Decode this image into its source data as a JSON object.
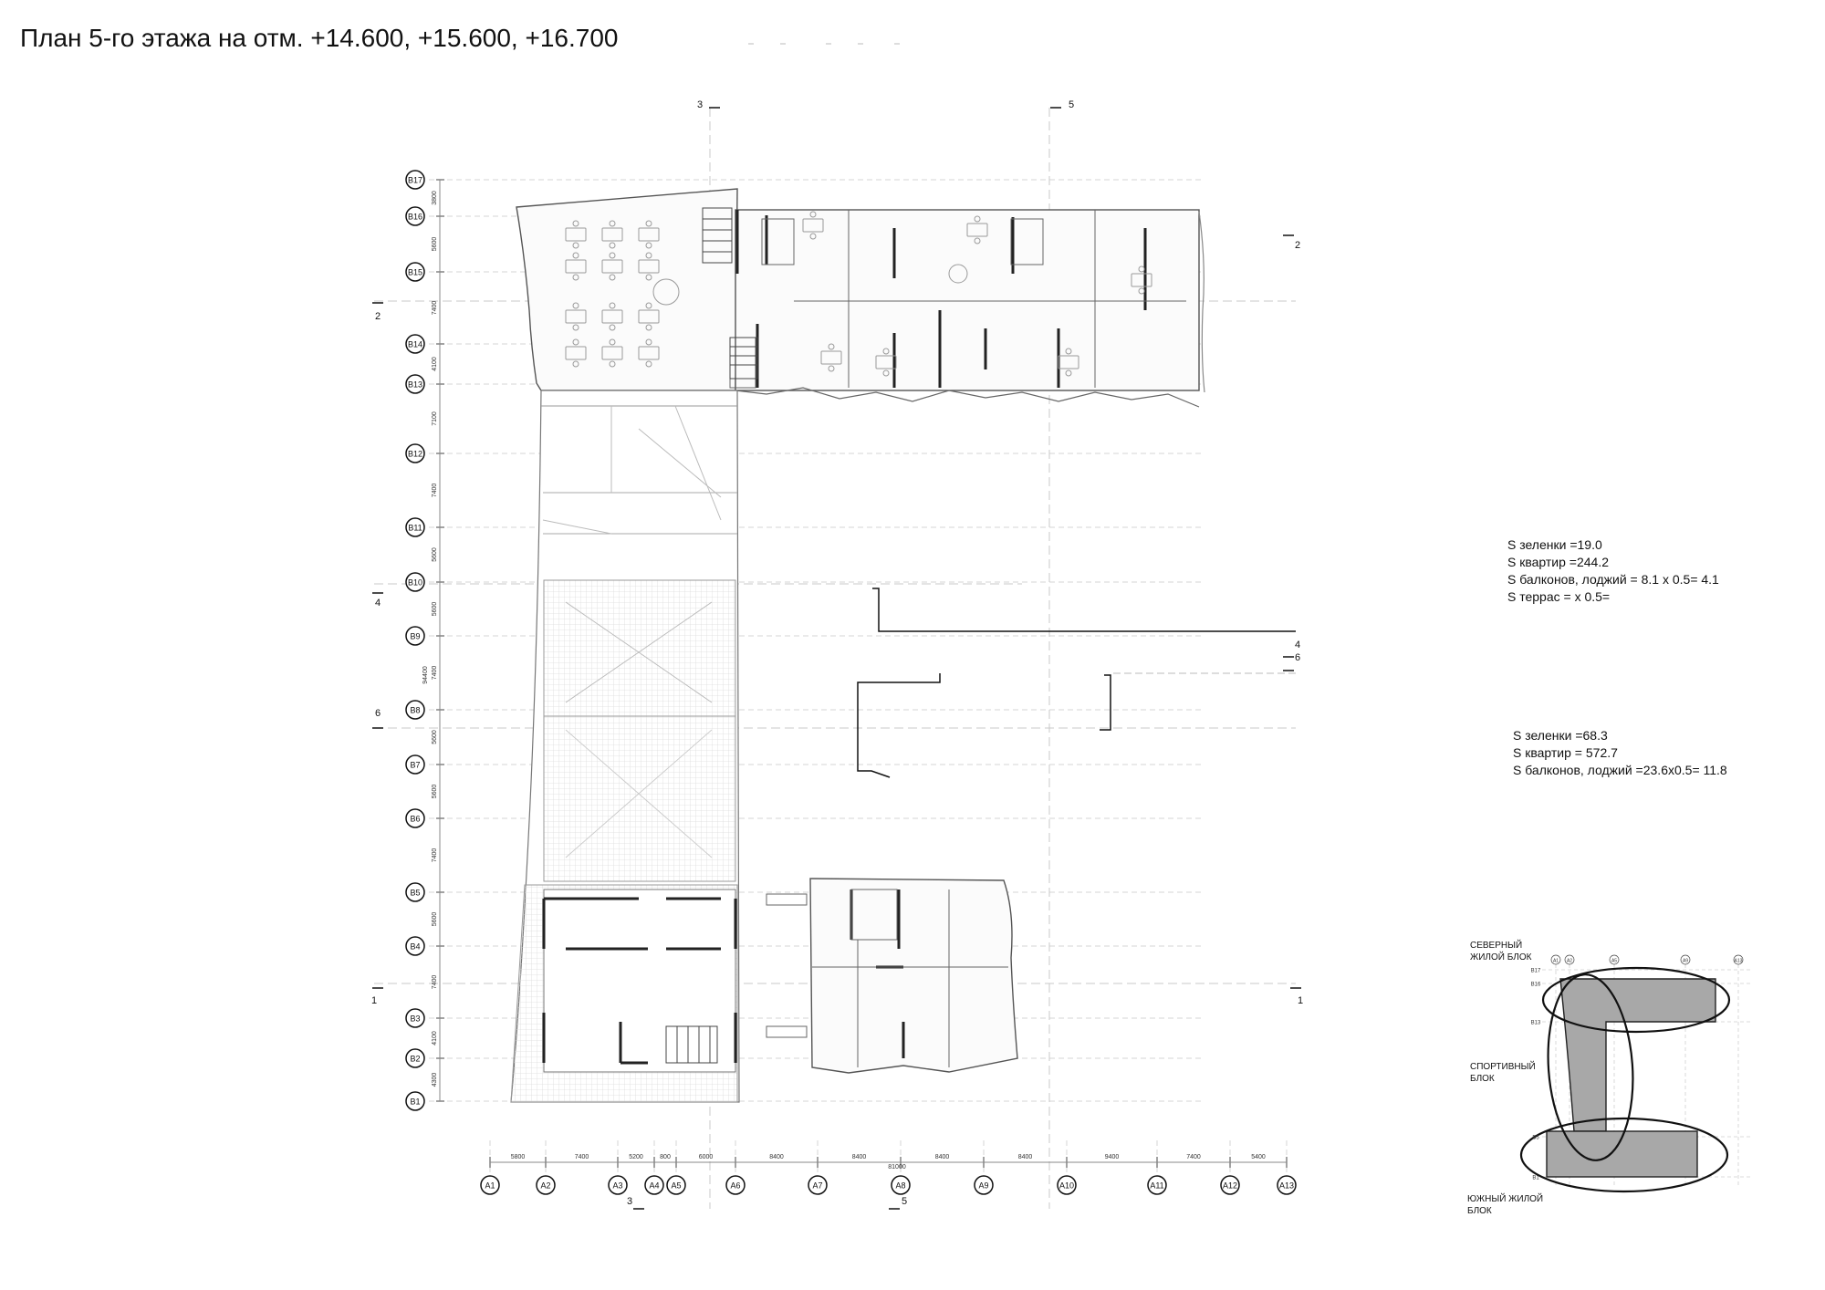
{
  "title": "План 5-го этажа на отм. +14.600, +15.600, +16.700",
  "info_north": {
    "lines": [
      "S зеленки =19.0",
      "S квартир =244.2",
      "S балконов, лоджий = 8.1 x 0.5= 4.1",
      "S террас =    x 0.5="
    ]
  },
  "info_south": {
    "lines": [
      "S зеленки =68.3",
      "S квартир = 572.7",
      "S балконов, лоджий =23.6x0.5= 11.8"
    ]
  },
  "grid_rows": [
    "В17",
    "В16",
    "В15",
    "В14",
    "В13",
    "В12",
    "В11",
    "В10",
    "В9",
    "В8",
    "В7",
    "В6",
    "В5",
    "В4",
    "В3",
    "В2",
    "В1"
  ],
  "row_dims": [
    "3800",
    "5600",
    "7400",
    "4100",
    "7100",
    "7400",
    "5600",
    "5600",
    "7400",
    "5600",
    "5600",
    "7400",
    "5600",
    "7400",
    "4100",
    "4300"
  ],
  "row_total": "94400",
  "grid_cols": [
    "А1",
    "А2",
    "А3",
    "А4",
    "А5",
    "А6",
    "А7",
    "А8",
    "А9",
    "А10",
    "А11",
    "А12",
    "А13"
  ],
  "col_dims": [
    "5800",
    "7400",
    "5200",
    "800",
    "6000",
    "8400",
    "8400",
    "8400",
    "8400",
    "9400",
    "7400",
    "5400"
  ],
  "col_total": "81000",
  "section_marks": {
    "s1": "1",
    "s2": "2",
    "s3": "3",
    "s4": "4",
    "s5": "5",
    "s6": "6"
  },
  "key_plan": {
    "north_label": [
      "СЕВЕРНЫЙ",
      "ЖИЛОЙ БЛОК"
    ],
    "sport_label": [
      "СПОРТИВНЫЙ",
      "БЛОК"
    ],
    "south_label": [
      "ЮЖНЫЙ ЖИЛОЙ",
      "БЛОК"
    ],
    "col_marks": [
      "А1",
      "А2",
      "А5",
      "А9",
      "А13"
    ],
    "row_marks": [
      "В17",
      "В16",
      "В13",
      "В5",
      "В1"
    ],
    "fill": "#a8a8a8"
  }
}
